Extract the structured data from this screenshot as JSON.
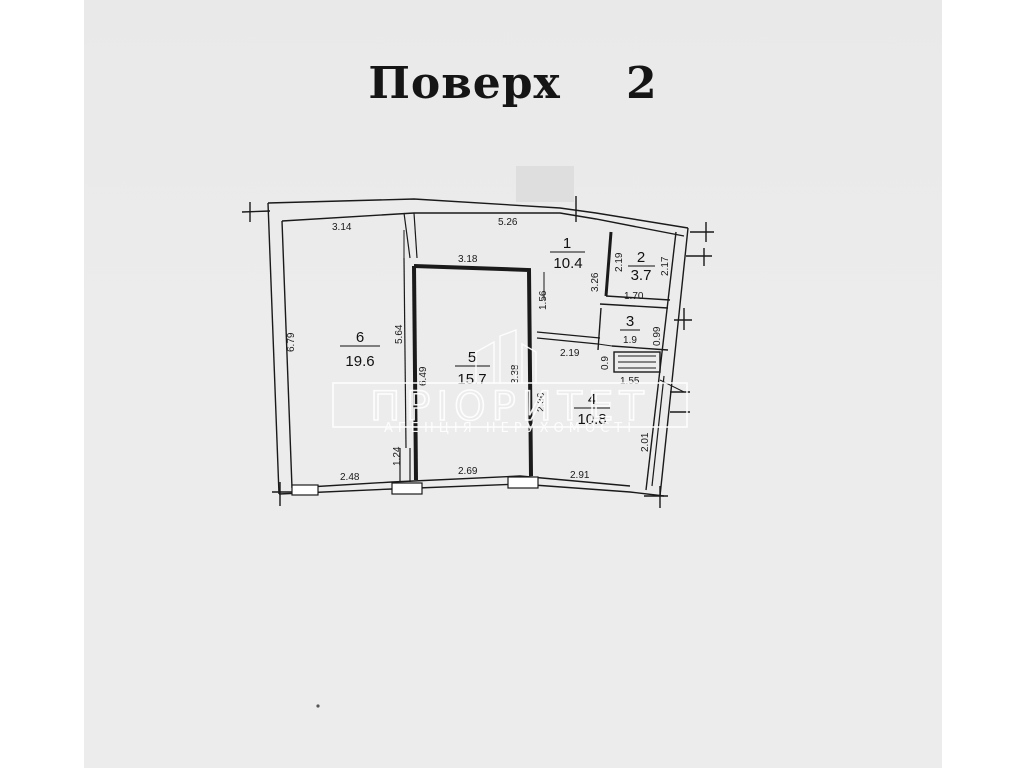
{
  "title": "Поверх    2",
  "rooms": [
    {
      "number": "1",
      "area": "10.4"
    },
    {
      "number": "2",
      "area": "3.7"
    },
    {
      "number": "3",
      "area": "1.9"
    },
    {
      "number": "4",
      "area": "10.8"
    },
    {
      "number": "5",
      "area": "15.7"
    },
    {
      "number": "6",
      "area": "19.6"
    }
  ],
  "dimensions": {
    "top_left": "3.14",
    "top_mid": "5.26",
    "inner_top": "3.18",
    "left_outer": "6.79",
    "left_inner": "5.64",
    "room1_left": "3.26",
    "room2_width": "1.70",
    "room2_h1": "2.19",
    "room2_h2": "2.17",
    "corridor_h": "1.56",
    "room4_top": "2.19",
    "room3_h": "0.99",
    "room3_small": "0.9",
    "room4_small": "1.55",
    "room5_left": "6.49",
    "room5_right": "3.38",
    "room4_left": "2.36",
    "right_outer": "2.01",
    "pier_h": "1.24",
    "bottom_left": "2.48",
    "bottom_mid": "2.69",
    "bottom_right": "2.91"
  },
  "watermark": {
    "main": "ПРІОРИТЕТ",
    "sub": "АГЕНЦІЯ НЕРУХОМОСТІ"
  },
  "colors": {
    "paper": "#ececec",
    "ink": "#1a1a1a",
    "watermark": "#ffffff"
  }
}
